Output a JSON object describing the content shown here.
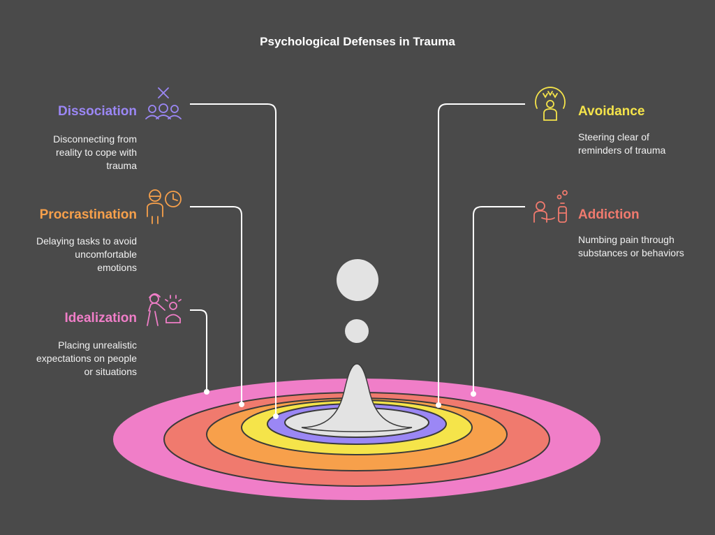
{
  "title": "Psychological Defenses in Trauma",
  "colors": {
    "background": "#4a4a4a",
    "dissociation": "#9b87f5",
    "procrastination": "#f7a04b",
    "idealization": "#f07ec8",
    "avoidance": "#f5e44a",
    "addiction": "#f07a6e",
    "center": "#e3e3e3"
  },
  "items": {
    "dissociation": {
      "title": "Dissociation",
      "desc": [
        "Disconnecting from",
        "reality to cope with",
        "trauma"
      ],
      "icon": "group-disconnect-icon"
    },
    "procrastination": {
      "title": "Procrastination",
      "desc": [
        "Delaying tasks to avoid",
        "uncomfortable",
        "emotions"
      ],
      "icon": "person-clock-icon"
    },
    "idealization": {
      "title": "Idealization",
      "desc": [
        "Placing unrealistic",
        "expectations on people",
        "or situations"
      ],
      "icon": "painter-easel-icon"
    },
    "avoidance": {
      "title": "Avoidance",
      "desc": [
        "Steering clear of",
        "reminders of trauma"
      ],
      "icon": "shielded-person-icon"
    },
    "addiction": {
      "title": "Addiction",
      "desc": [
        "Numbing pain through",
        "substances or behaviors"
      ],
      "icon": "person-bottle-icon"
    }
  }
}
